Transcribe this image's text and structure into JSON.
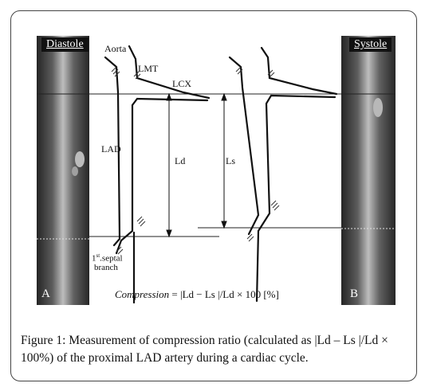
{
  "figure": {
    "left_label": "Diastole",
    "right_label": "Systole",
    "left_letter": "A",
    "right_letter": "B",
    "labels": {
      "aorta": "Aorta",
      "lmt": "LMT",
      "lcx": "LCX",
      "lad": "LAD",
      "ld": "Ld",
      "ls": "Ls",
      "septal_sup": "st",
      "septal_line1_pre": "1",
      "septal_line1_post": ".septal",
      "septal_line2": "branch"
    },
    "formula": {
      "lhs": "Compression",
      "rhs": " = |Ld − Ls |/Ld × 100 [%]"
    }
  },
  "caption": {
    "label": "Figure 1:",
    "text": " Measurement of compression ratio (calculated as |Ld – Ls |/Ld × 100%) of the proximal LAD artery during a cardiac cycle."
  }
}
